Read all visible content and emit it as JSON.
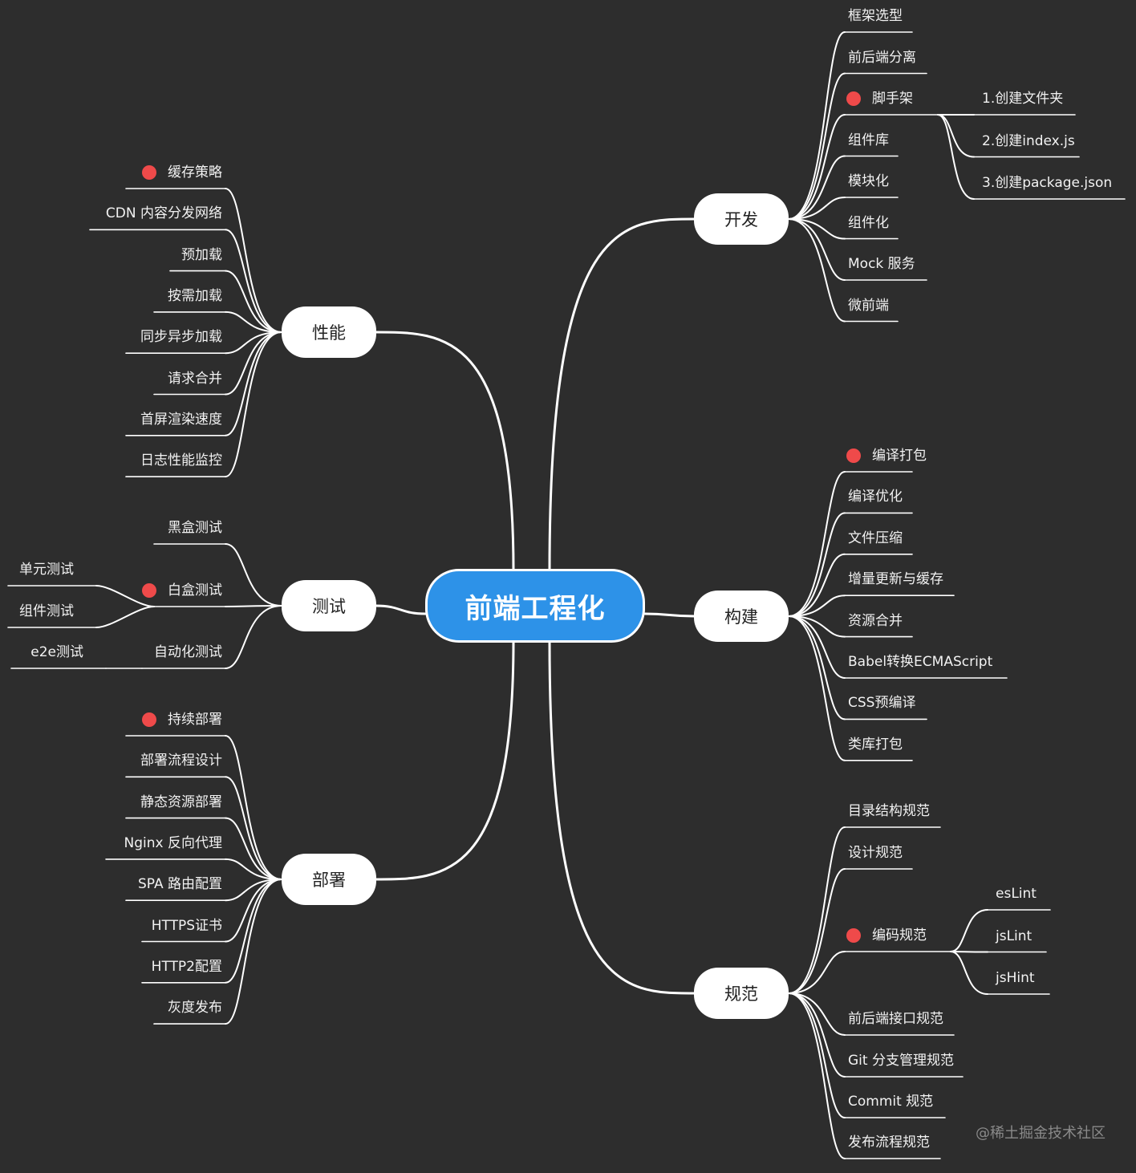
{
  "colors": {
    "background": "#2d2d2d",
    "root_fill": "#2d92e8",
    "branch_fill": "#ffffff",
    "line": "#ffffff",
    "priority_dot": "#ef4a4a",
    "watermark": "#8a8a8a"
  },
  "root": {
    "label": "前端工程化"
  },
  "branches": [
    {
      "label": "开发",
      "side": "right",
      "children": [
        {
          "label": "框架选型"
        },
        {
          "label": "前后端分离"
        },
        {
          "label": "脚手架",
          "priority": true,
          "children": [
            {
              "label": "1.创建文件夹"
            },
            {
              "label": "2.创建index.js"
            },
            {
              "label": "3.创建package.json"
            }
          ]
        },
        {
          "label": "组件库"
        },
        {
          "label": "模块化"
        },
        {
          "label": "组件化"
        },
        {
          "label": "Mock 服务"
        },
        {
          "label": "微前端"
        }
      ]
    },
    {
      "label": "构建",
      "side": "right",
      "children": [
        {
          "label": "编译打包",
          "priority": true
        },
        {
          "label": "编译优化"
        },
        {
          "label": "文件压缩"
        },
        {
          "label": "增量更新与缓存"
        },
        {
          "label": "资源合并"
        },
        {
          "label": "Babel转换ECMAScript"
        },
        {
          "label": "CSS预编译"
        },
        {
          "label": "类库打包"
        }
      ]
    },
    {
      "label": "规范",
      "side": "right",
      "children": [
        {
          "label": "目录结构规范"
        },
        {
          "label": "设计规范"
        },
        {
          "label": "编码规范",
          "priority": true,
          "children": [
            {
              "label": "esLint"
            },
            {
              "label": "jsLint"
            },
            {
              "label": "jsHint"
            }
          ]
        },
        {
          "label": "前后端接口规范"
        },
        {
          "label": "Git 分支管理规范"
        },
        {
          "label": "Commit 规范"
        },
        {
          "label": "发布流程规范"
        }
      ]
    },
    {
      "label": "性能",
      "side": "left",
      "children": [
        {
          "label": "缓存策略",
          "priority": true
        },
        {
          "label": "CDN 内容分发网络"
        },
        {
          "label": "预加载"
        },
        {
          "label": "按需加载"
        },
        {
          "label": "同步异步加载"
        },
        {
          "label": "请求合并"
        },
        {
          "label": "首屏渲染速度"
        },
        {
          "label": "日志性能监控"
        }
      ]
    },
    {
      "label": "测试",
      "side": "left",
      "children": [
        {
          "label": "黑盒测试"
        },
        {
          "label": "白盒测试",
          "priority": true,
          "children": [
            {
              "label": "单元测试"
            },
            {
              "label": "组件测试"
            }
          ]
        },
        {
          "label": "自动化测试",
          "children": [
            {
              "label": "e2e测试"
            }
          ]
        }
      ]
    },
    {
      "label": "部署",
      "side": "left",
      "children": [
        {
          "label": "持续部署",
          "priority": true
        },
        {
          "label": "部署流程设计"
        },
        {
          "label": "静态资源部署"
        },
        {
          "label": "Nginx 反向代理"
        },
        {
          "label": "SPA 路由配置"
        },
        {
          "label": "HTTPS证书"
        },
        {
          "label": "HTTP2配置"
        },
        {
          "label": "灰度发布"
        }
      ]
    }
  ],
  "watermark": "@稀土掘金技术社区"
}
